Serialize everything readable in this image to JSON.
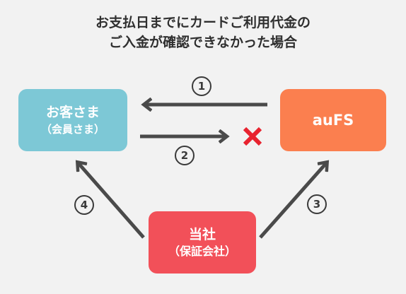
{
  "title": {
    "line1": "お支払日までにカードご利用代金の",
    "line2": "ご入金が確認できなかった場合"
  },
  "nodes": {
    "customer": {
      "label": "お客さま",
      "sublabel": "（会員さま）"
    },
    "aufs": {
      "label": "auFS"
    },
    "company": {
      "label": "当社",
      "sublabel": "（保証会社）"
    }
  },
  "steps": {
    "one": "1",
    "two": "2",
    "three": "3",
    "four": "4"
  },
  "colors": {
    "customer": "#7dc8d6",
    "aufs": "#fb7f4f",
    "company": "#f25059",
    "arrow": "#4a4a4a",
    "cross": "#e8232f"
  },
  "icons": {
    "failure": "cross-icon"
  }
}
